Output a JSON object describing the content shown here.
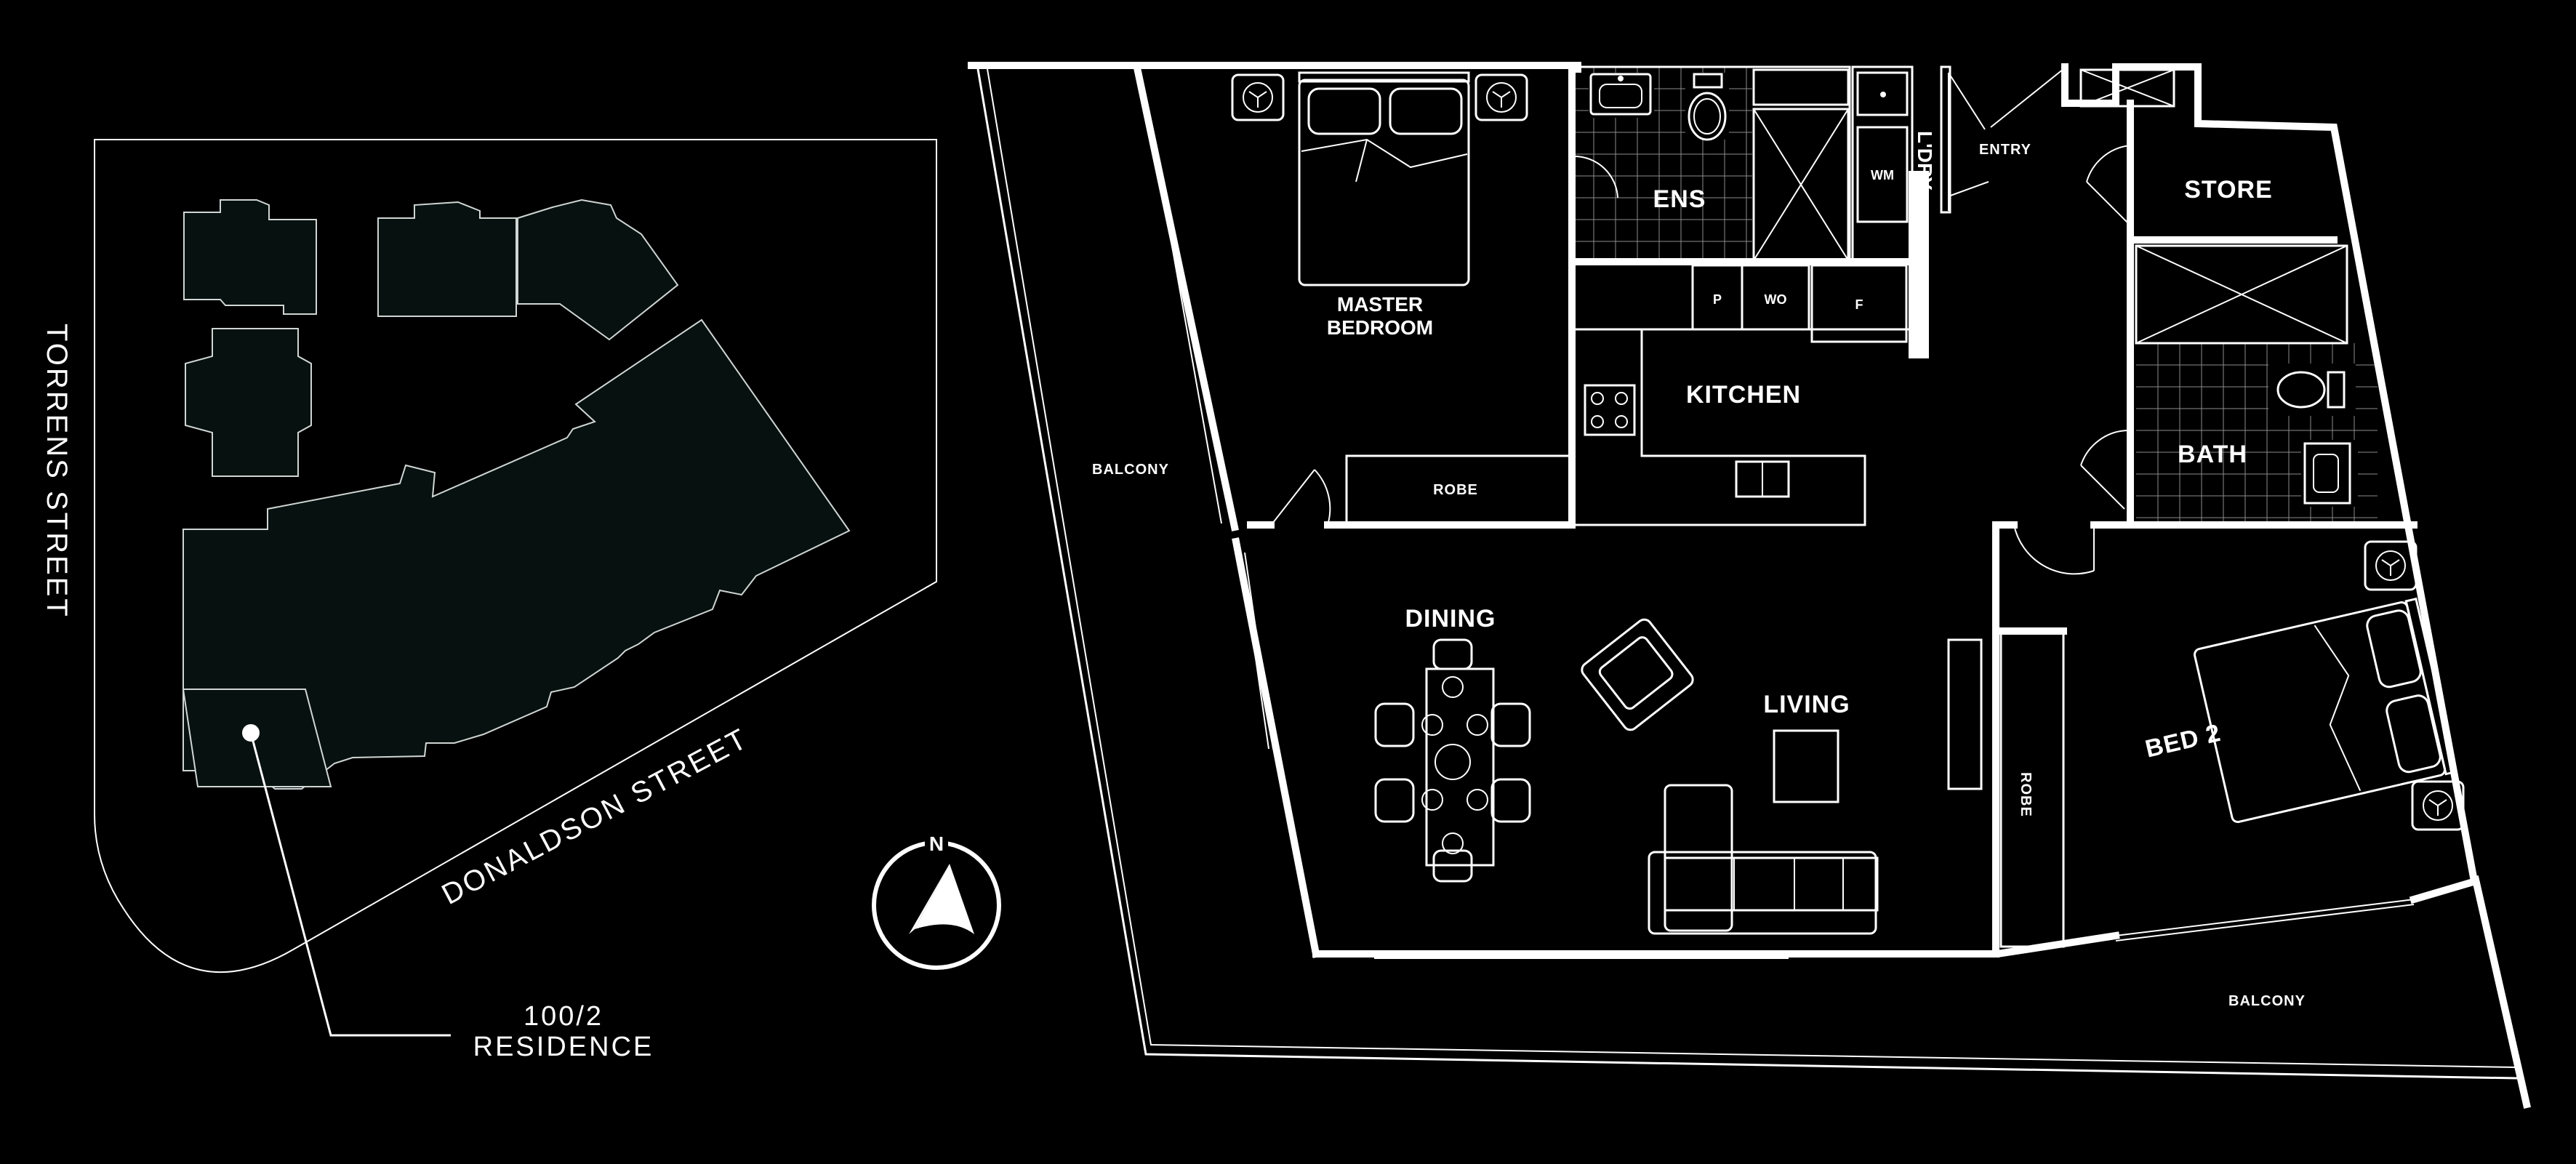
{
  "site_plan": {
    "streets": {
      "west": "TORRENS STREET",
      "south": "DONALDSON STREET"
    },
    "unit_number": "100/2",
    "unit_label": "RESIDENCE"
  },
  "compass": {
    "north_label": "N"
  },
  "rooms": {
    "master_bedroom_line1": "MASTER",
    "master_bedroom_line2": "BEDROOM",
    "ensuite": "ENS",
    "laundry": "L'DRY",
    "washing_machine": "WM",
    "entry": "ENTRY",
    "store": "STORE",
    "kitchen": "KITCHEN",
    "pantry": "P",
    "wall_oven": "WO",
    "fridge": "F",
    "bath": "BATH",
    "master_robe": "ROBE",
    "dining": "DINING",
    "living": "LIVING",
    "bed2": "BED 2",
    "bed2_robe": "ROBE",
    "balcony_west": "BALCONY",
    "balcony_south": "BALCONY"
  },
  "colors": {
    "background": "#000000",
    "lines": "#ffffff",
    "building_fill": "#07110f"
  }
}
